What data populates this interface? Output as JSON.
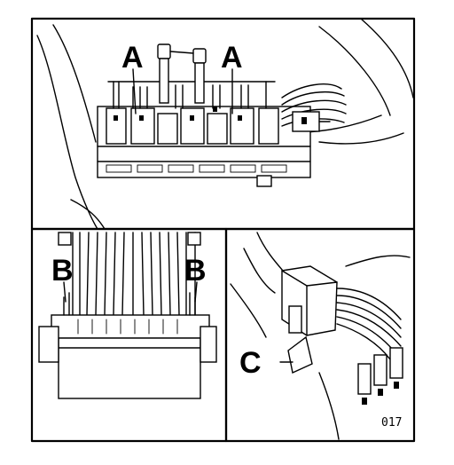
{
  "callouts": {
    "top_left": "A",
    "top_right": "A",
    "mid_left": "B",
    "mid_right": "B",
    "bottom_right": "C"
  },
  "figure_number": "017"
}
